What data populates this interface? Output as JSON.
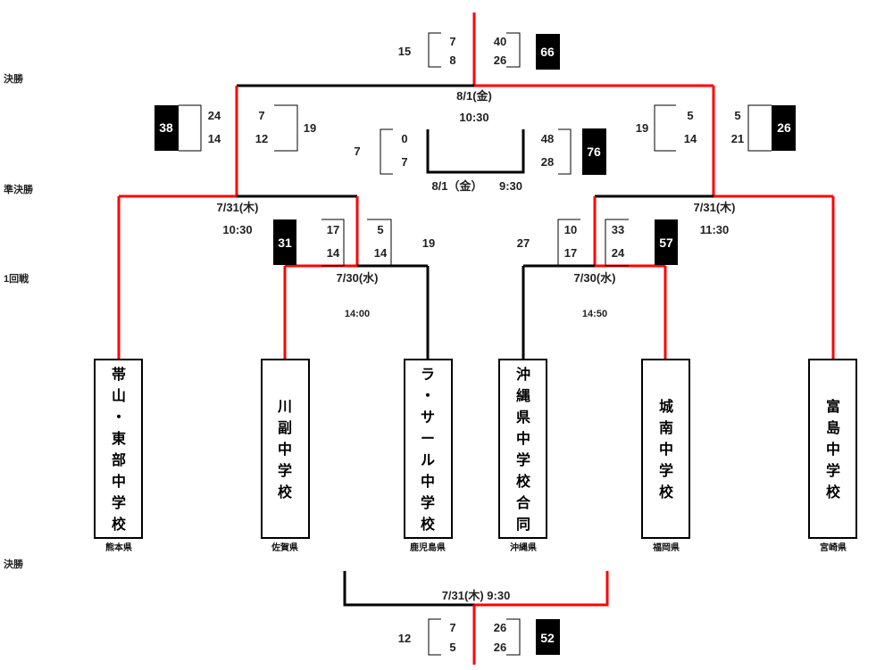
{
  "colors": {
    "win": "#ff0000",
    "line": "#000000",
    "box_fill": "#000000",
    "box_text": "#ffffff"
  },
  "round_labels": {
    "final_top": "決勝",
    "semi": "準決勝",
    "first": "1回戦",
    "final_bottom": "決勝"
  },
  "teams": [
    {
      "name": "帯山・東部中学校",
      "pref": "熊本県"
    },
    {
      "name": "川副中学校",
      "pref": "佐賀県"
    },
    {
      "name": "ラ・サール中学校",
      "pref": "鹿児島県"
    },
    {
      "name": "沖縄県中学校合同",
      "pref": "沖縄県"
    },
    {
      "name": "城南中学校",
      "pref": "福岡県"
    },
    {
      "name": "富島中学校",
      "pref": "宮崎県"
    }
  ],
  "matches": {
    "final": {
      "date": "8/1(金)",
      "time": "10:30",
      "left_total": "15",
      "left_halves": [
        "7",
        "8"
      ],
      "right_halves": [
        "40",
        "26"
      ],
      "right_total": "66"
    },
    "semi_left": {
      "date": "7/31(木)",
      "time": "10:30",
      "left_total": "38",
      "left_halves": [
        "24",
        "14"
      ],
      "right_halves": [
        "7",
        "12"
      ],
      "right_total": "19"
    },
    "semi_right": {
      "date": "7/31(木)",
      "time": "11:30",
      "left_total": "19",
      "left_halves": [
        "5",
        "14"
      ],
      "right_halves": [
        "5",
        "21"
      ],
      "right_total": "26"
    },
    "third_place": {
      "date": "8/1（金）",
      "time": "9:30",
      "left_total": "7",
      "left_halves": [
        "0",
        "7"
      ],
      "right_halves": [
        "48",
        "28"
      ],
      "right_total": "76"
    },
    "r1_left": {
      "date": "7/30(水)",
      "time": "14:00",
      "left_total": "31",
      "left_halves": [
        "17",
        "14"
      ],
      "right_halves": [
        "5",
        "14"
      ],
      "right_total": "19"
    },
    "r1_right": {
      "date": "7/30(水)",
      "time": "14:50",
      "left_total": "27",
      "left_halves": [
        "10",
        "17"
      ],
      "right_halves": [
        "33",
        "24"
      ],
      "right_total": "57"
    },
    "bottom_final": {
      "date_time": "7/31(木)  9:30",
      "left_total": "12",
      "left_halves": [
        "7",
        "5"
      ],
      "right_halves": [
        "26",
        "26"
      ],
      "right_total": "52"
    }
  }
}
